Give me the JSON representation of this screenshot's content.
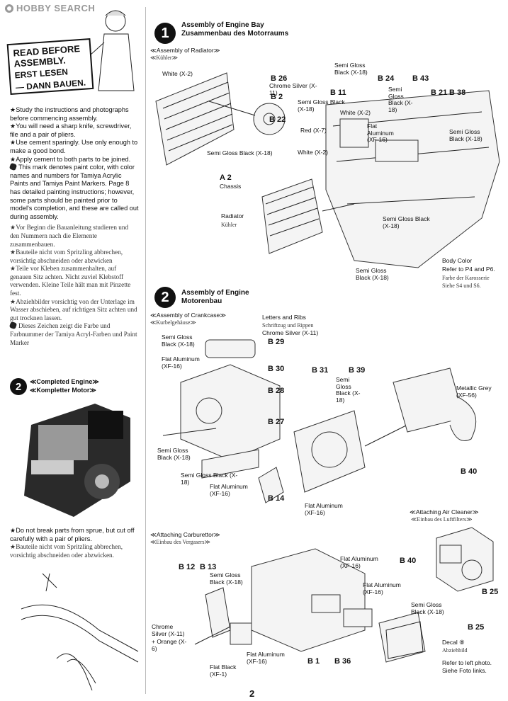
{
  "watermark": "HOBBY SEARCH",
  "read_before": {
    "en1": "READ BEFORE",
    "en2": "ASSEMBLY.",
    "de1": "ERST LESEN",
    "de2": "— DANN BAUEN."
  },
  "intro": [
    "★Study the instructions and photographs before commencing assembly.",
    "★You will need a sharp knife, screwdriver, file and a pair of pliers.",
    "★Use cement sparingly. Use only enough to make a good bond.",
    "★Apply cement to both parts to be joined.",
    "This mark denotes paint color, with color names and numbers for Tamiya Acrylic Paints and Tamiya Paint Markers. Page 8 has detailed painting instructions; however, some parts should be painted prior to model's completion, and these are called out during assembly."
  ],
  "intro_de": [
    "★Vor Beginn die Bauanleitung studieren und den Nummern nach die Elemente zusammenbauen.",
    "★Bauteile nicht vom Spritzling abbrechen, vorsichtig abschneiden oder abzwicken",
    "★Teile vor Kleben zusammenhalten, auf genauen Sitz achten. Nicht zuviel Klebstoff verwenden. Kleine Teile hält man mit Pinzette fest.",
    "★Abziehbilder vorsichtig von der Unterlage im Wasser abschieben, auf richtigen Sitz achten und gut trocknen lassen.",
    "Dieses Zeichen zeigt die Farbe und Farbnummer der Tamiya Acryl-Farben und Paint Marker"
  ],
  "completed": {
    "num": "2",
    "en": "≪Completed Engine≫",
    "de": "≪Kompletter Motor≫"
  },
  "sprue_note": {
    "en": "★Do not break parts from sprue, but cut off carefully with a pair of pliers.",
    "de": "★Bauteile nicht vom Spritzling abbrechen, vorsichtig abschneiden oder abzwicken."
  },
  "step1": {
    "num": "1",
    "title": "Assembly of Engine Bay",
    "title_de": "Zusammenbau des Motorraums",
    "sub": "≪Assembly of Radiator≫",
    "sub_de": "≪Kühler≫",
    "labels": {
      "white_x2a": "White (X-2)",
      "b26": "B 26",
      "chrome": "Chrome Silver (X-11)",
      "b2": "B 2",
      "sgb_a": "Semi Gloss Black (X-18)",
      "b22": "B 22",
      "sgb_b": "Semi Gloss Black (X-18)",
      "a2": "A 2",
      "chassis": "Chassis",
      "radiator": "Radiator",
      "kuhler": "Kühler",
      "b11": "B 11",
      "sgb_c": "Semi Gloss Black (X-18)",
      "white_x2b": "White (X-2)",
      "red": "Red (X-7)",
      "white_x2c": "White (X-2)",
      "flat_alu": "Flat Aluminum (XF-16)",
      "b24": "B 24",
      "sgb_d": "Semi Gloss Black (X-18)",
      "b43": "B 43",
      "b21": "B 21",
      "b38": "B 38",
      "sgb_e": "Semi Gloss Black (X-18)",
      "sgb_f": "Semi Gloss Black (X-18)",
      "sgb_g": "Semi Gloss Black (X-18)",
      "body_color": "Body Color",
      "refer": "Refer to P4 and P6.",
      "refer_de1": "Farbe der Karosserie",
      "refer_de2": "Siehe S4 und S6."
    }
  },
  "step2": {
    "num": "2",
    "title": "Assembly of Engine",
    "title_de": "Motorenbau",
    "sub": "≪Assembly of Crankcase≫",
    "sub_de": "≪Kurbelgehäuse≫",
    "labels": {
      "letters": "Letters and Ribs",
      "letters_de": "Schriftzug und Rippen",
      "chrome": "Chrome Silver (X-11)",
      "b29": "B 29",
      "sgb_a": "Semi Gloss Black (X-18)",
      "flat_alu_a": "Flat Aluminum (XF-16)",
      "b30": "B 30",
      "b28": "B 28",
      "b27": "B 27",
      "sgb_b": "Semi Gloss Black (X-18)",
      "sgb_c": "Semi Gloss Black (X-18)",
      "flat_alu_b": "Flat Aluminum (XF-16)",
      "b14": "B 14",
      "flat_alu_c": "Flat Aluminum (XF-16)",
      "b31": "B 31",
      "b39": "B 39",
      "sgb_d": "Semi Gloss Black (X-18)",
      "metallic": "Metallic Grey (XF-56)",
      "b40": "B 40"
    }
  },
  "carb": {
    "sub": "≪Attaching Carburettor≫",
    "sub_de": "≪Einbau des Vergasers≫",
    "labels": {
      "b12": "B 12",
      "b13": "B 13",
      "sgb_a": "Semi Gloss Black (X-18)",
      "flat_alu_a": "Flat Aluminum (XF-16)",
      "flat_alu_b": "Flat Aluminum (XF-16)",
      "chrome": "Chrome Silver (X-11)",
      "plus_orange": "+ Orange (X-6)",
      "flat_alu_c": "Flat Aluminum (XF-16)",
      "flat_black": "Flat Black (XF-1)",
      "b1": "B 1",
      "b36": "B 36",
      "sgb_b": "Semi Gloss Black (X-18)",
      "b25a": "B 25",
      "decal": "Decal ⑧",
      "decal_de": "Abziehbild",
      "refer_photo": "Refer to left photo.",
      "refer_photo_de": "Siehe Foto links."
    }
  },
  "air": {
    "sub": "≪Attaching Air Cleaner≫",
    "sub_de": "≪Einbau des Luftfilters≫",
    "b40": "B 40",
    "b25": "B 25"
  },
  "page_number": "2"
}
